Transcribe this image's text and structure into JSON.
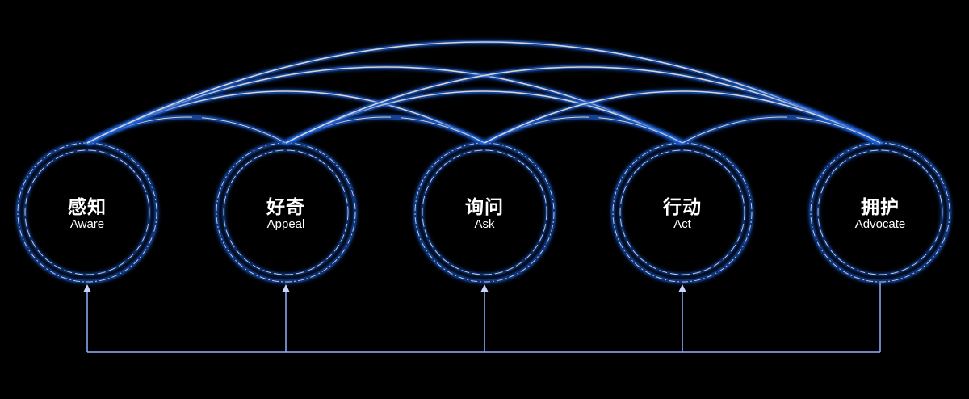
{
  "stages": [
    {
      "zh": "感知",
      "en": "Aware"
    },
    {
      "zh": "好奇",
      "en": "Appeal"
    },
    {
      "zh": "询问",
      "en": "Ask"
    },
    {
      "zh": "行动",
      "en": "Act"
    },
    {
      "zh": "拥护",
      "en": "Advocate"
    }
  ],
  "colors": {
    "glow": "#1f5fd8",
    "line": "#d8d4cc",
    "ring": "#1a3f9a",
    "feedback": "#8fb0ff"
  }
}
